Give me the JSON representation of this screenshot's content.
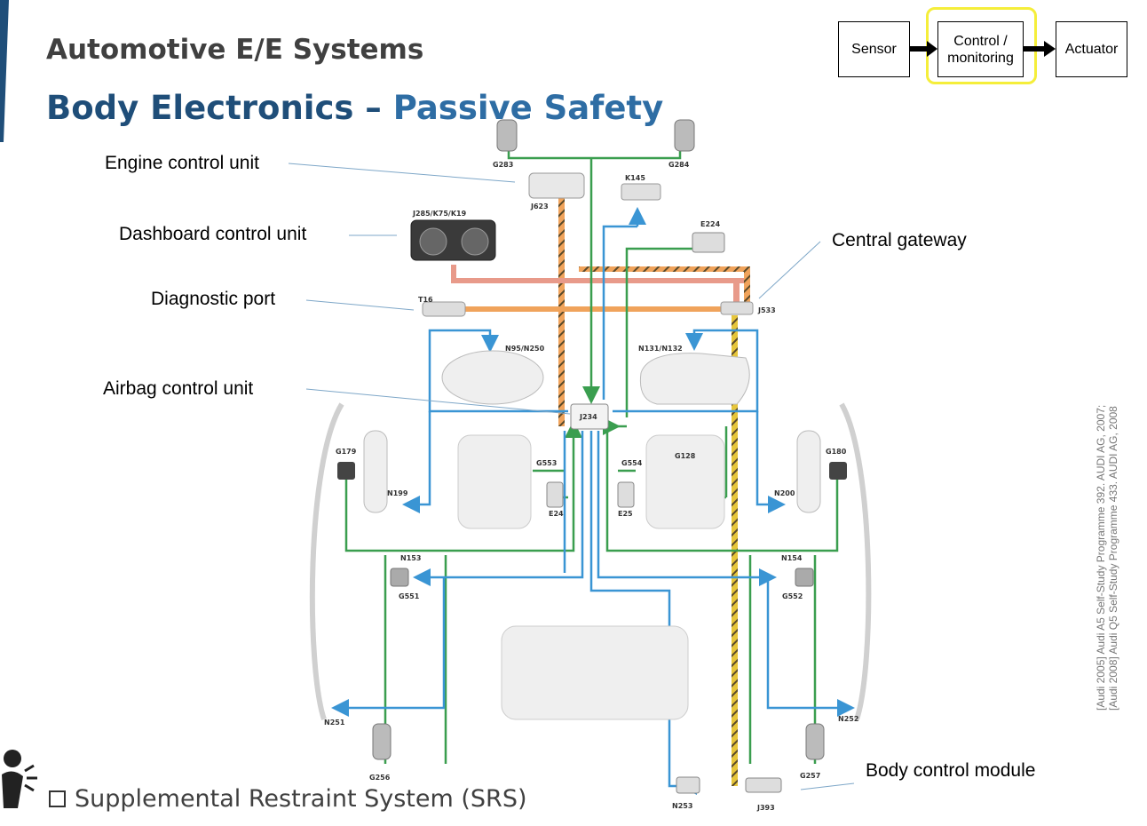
{
  "header": {
    "title": "Automotive E/E Systems",
    "subtitle_part1": "Body Electronics –",
    "subtitle_part2": "Passive Safety"
  },
  "flow": {
    "sensor": "Sensor",
    "control_line1": "Control /",
    "control_line2": "monitoring",
    "actuator": "Actuator",
    "highlight_color": "#f5ee3a"
  },
  "callouts": {
    "engine": "Engine control unit",
    "dashboard": "Dashboard control unit",
    "diagnostic": "Diagnostic port",
    "airbag": "Airbag control unit",
    "gateway": "Central gateway",
    "body": "Body control module"
  },
  "components": {
    "g283": "G283",
    "g284": "G284",
    "j623": "J623",
    "k145": "K145",
    "j285": "J285/K75/K19",
    "e224": "E224",
    "t16": "T16",
    "j533": "J533",
    "n95": "N95/N250",
    "n131": "N131/N132",
    "j234": "J234",
    "g179": "G179",
    "g180": "G180",
    "n199": "N199",
    "n200": "N200",
    "g553": "G553",
    "g554": "G554",
    "g128": "G128",
    "e24": "E24",
    "e25": "E25",
    "n153": "N153",
    "n154": "N154",
    "g551": "G551",
    "g552": "G552",
    "n251": "N251",
    "n252": "N252",
    "g256": "G256",
    "g257": "G257",
    "n253": "N253",
    "j393": "J393"
  },
  "wire_colors": {
    "sensor": "#3a9e4f",
    "actuator": "#3a95d4",
    "can_orange": "#f0a35b",
    "can_yellow": "#e6c53a",
    "can_stripe": "#5a4a2a",
    "can_pink": "#e89a8a"
  },
  "citation": {
    "line1": "[Audi 2005] Audi A5 Self-Study Programme 392. AUDI AG, 2007;",
    "line2": "[Audi 2008] Audi Q5 Self-Study Programme 433. AUDI AG, 2008"
  },
  "footer": {
    "bullet": "Supplemental Restraint System (SRS)"
  }
}
